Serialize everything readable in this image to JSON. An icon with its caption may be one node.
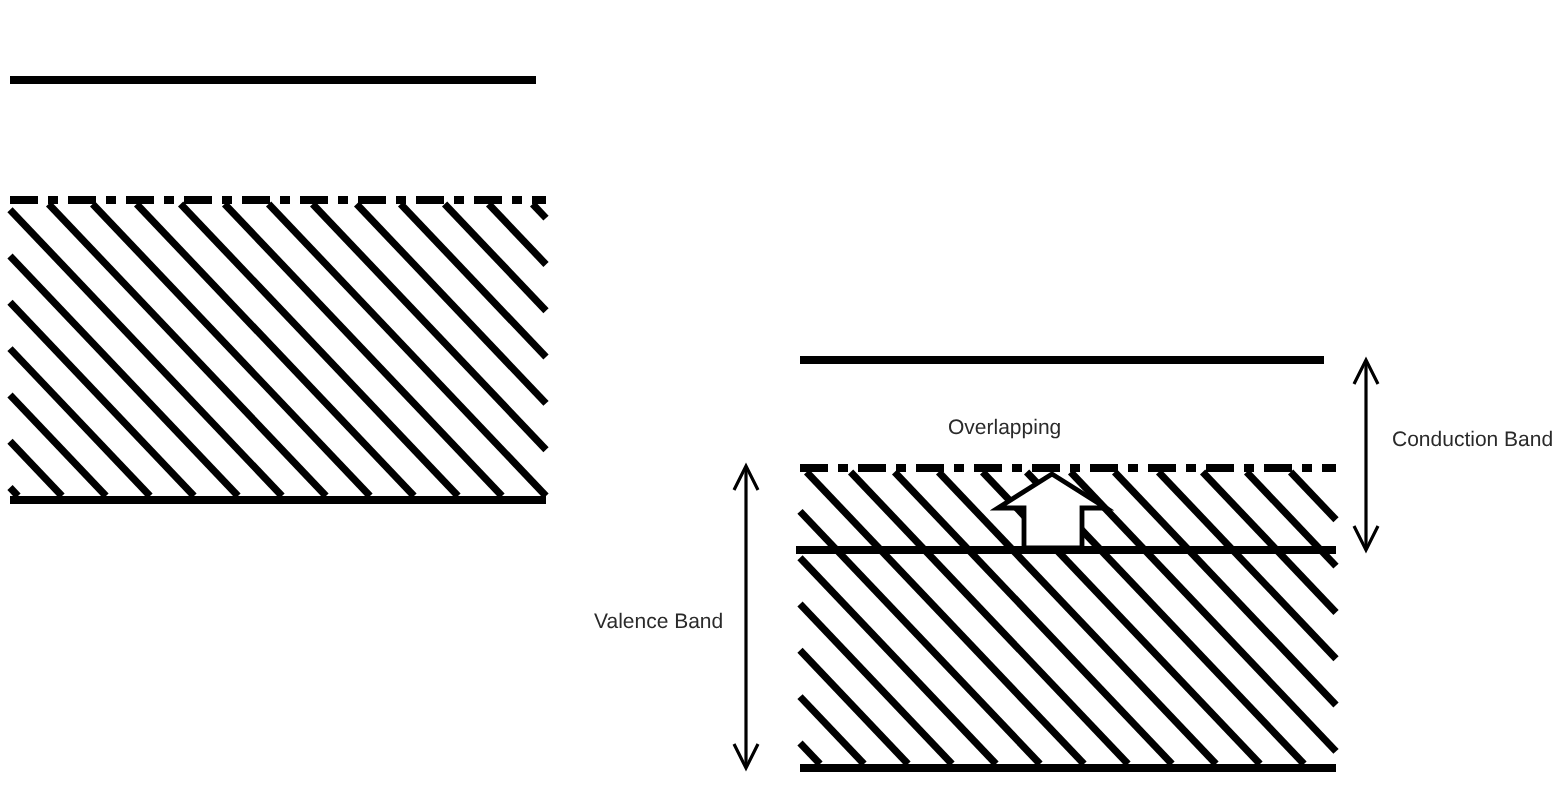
{
  "diagram": {
    "labels": [
      "Overlapping",
      "Conduction Band",
      "Valence Band"
    ]
  }
}
